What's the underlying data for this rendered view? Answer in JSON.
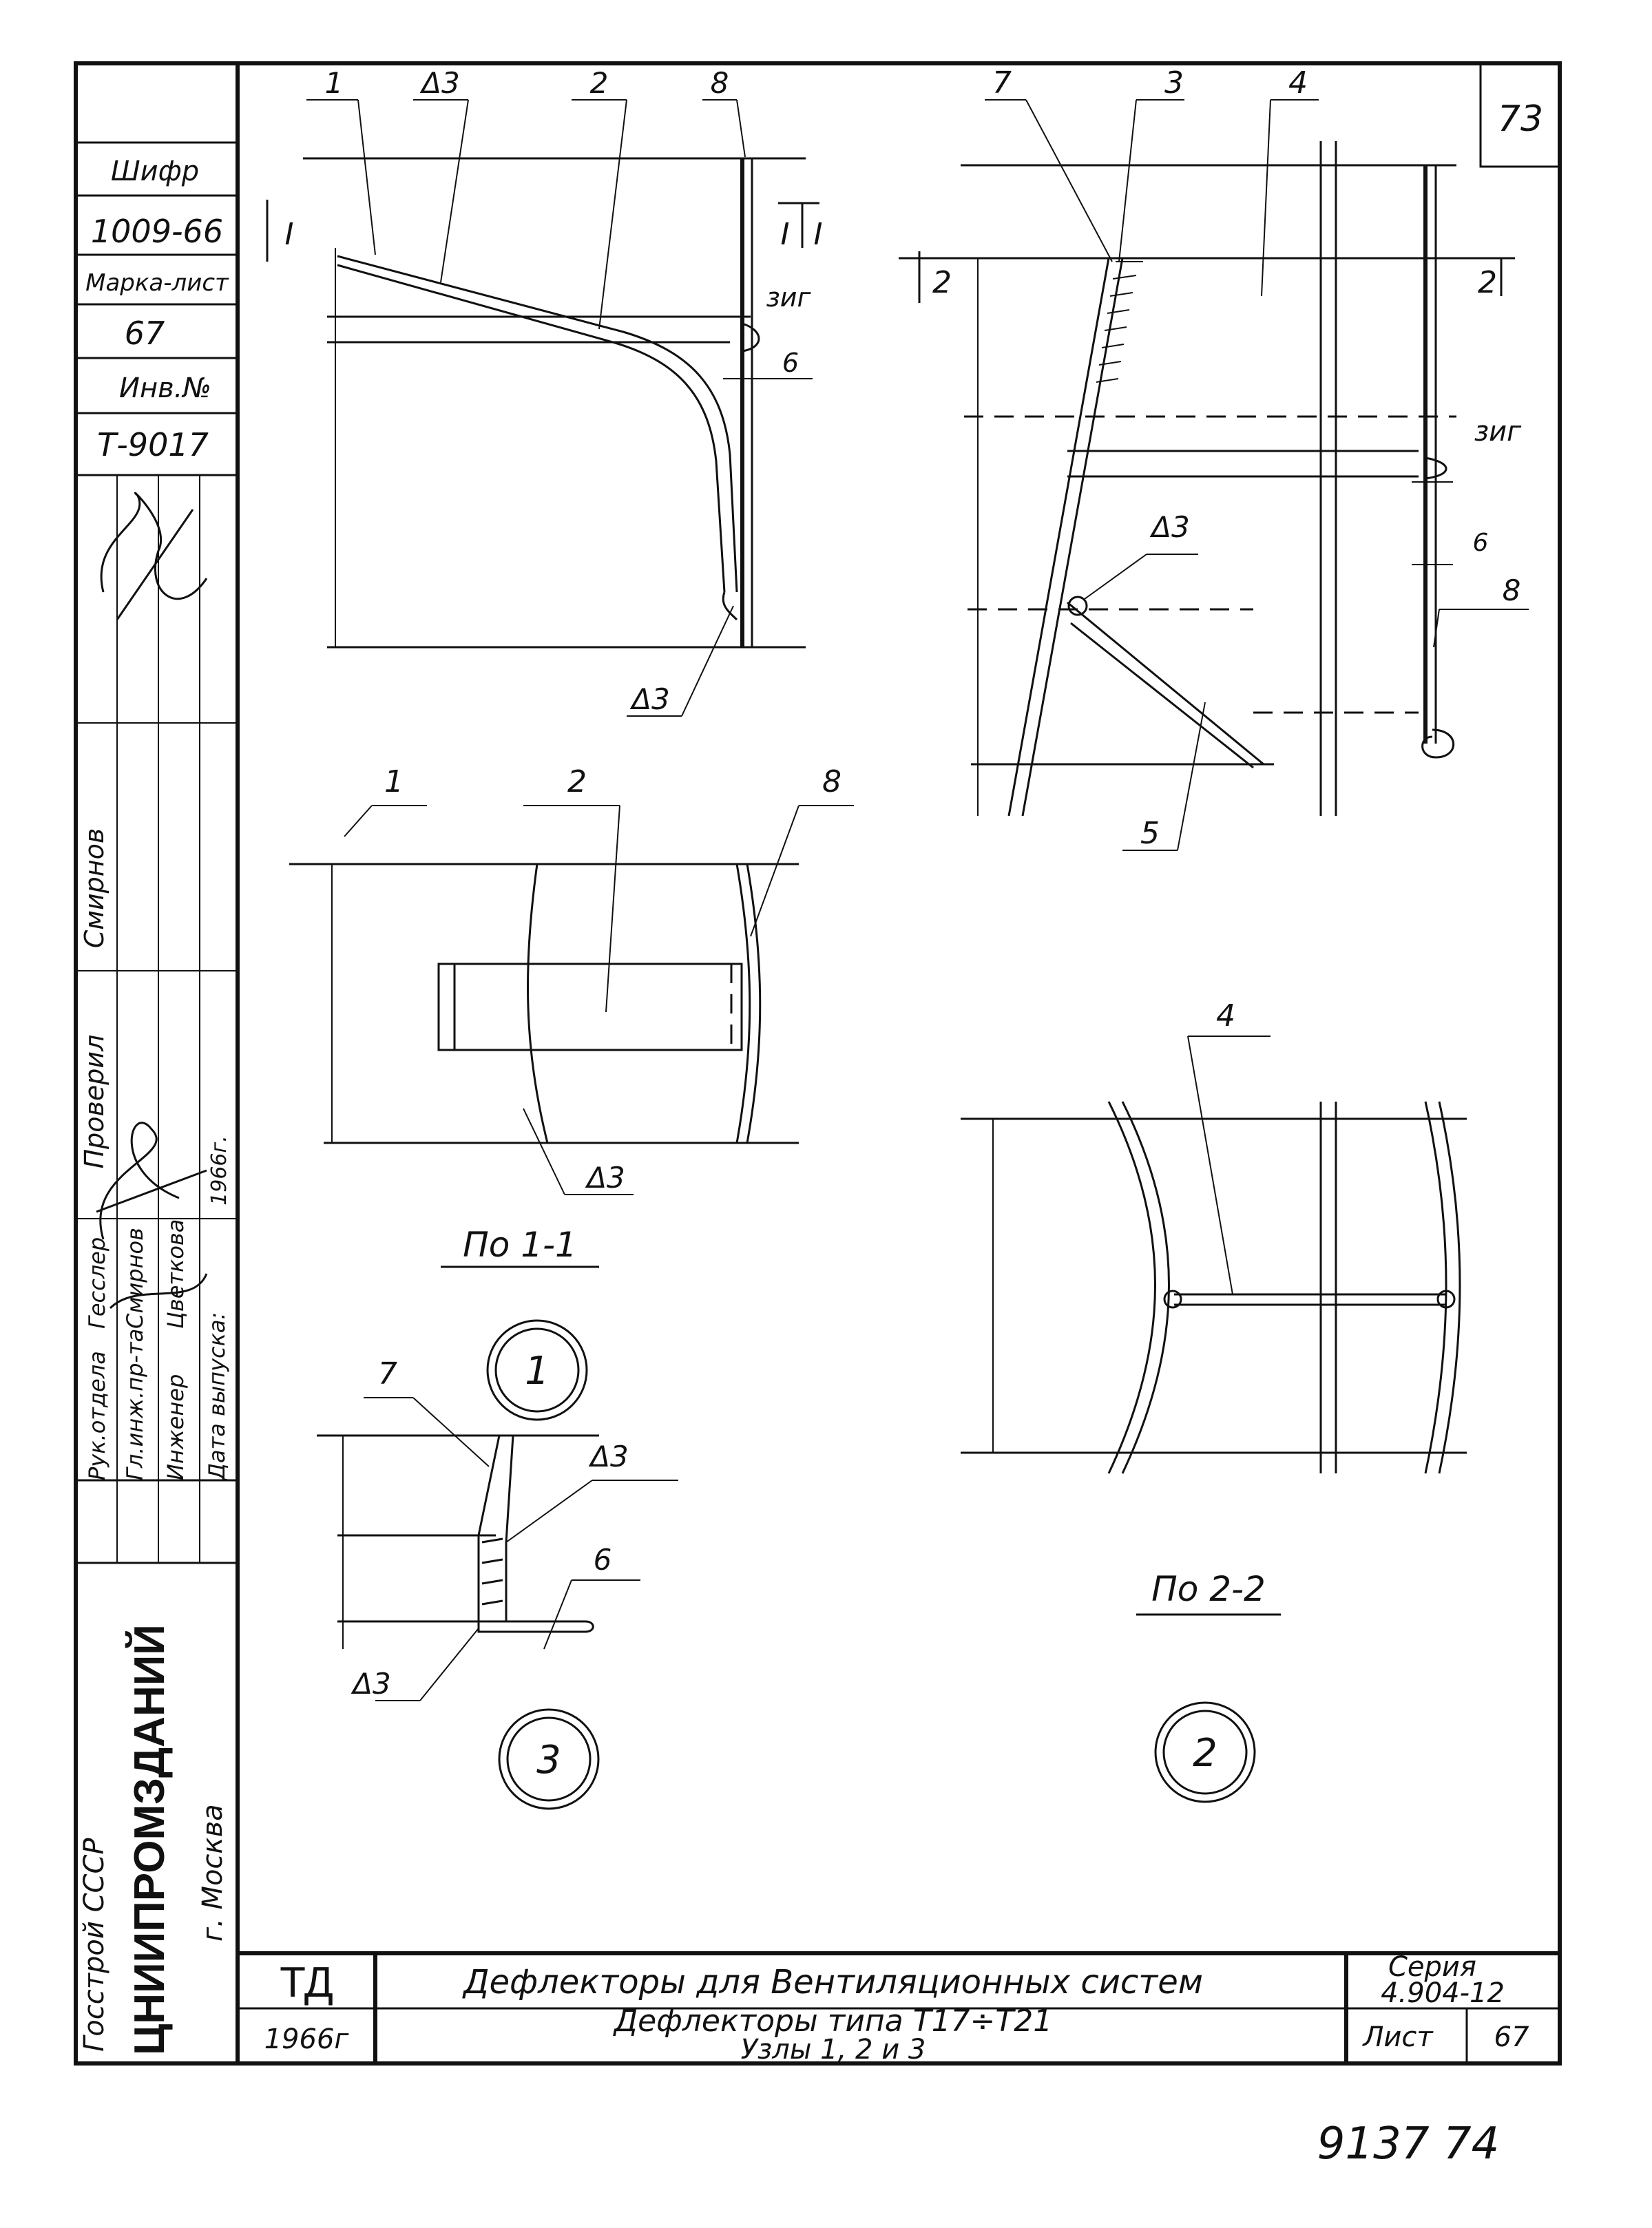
{
  "sheet_number_box": "73",
  "stamp_column": {
    "shifr_label": "Шифр",
    "shifr_value": "1009-66",
    "marka_label": "Марка-лист",
    "marka_value": "67",
    "inv_label": "Инв.№",
    "inv_value": "Т-9017",
    "surname_smirnov": "Смирнов",
    "proveril": "Проверил",
    "date_year": "1966г.",
    "roles": [
      "Рук.отдела",
      "Гл.инж.пр-та",
      "Инженер",
      "Дата выпуска:"
    ],
    "names": [
      "Гесслер",
      "Смирнов",
      "Цветкова"
    ],
    "org_line1": "Госстрой СССР",
    "org_line2": "ЦНИИПРОМЗДАНИЙ",
    "org_line3": "г. Москва"
  },
  "node1_top": {
    "labels": [
      "1",
      "Δ3",
      "2",
      "8",
      "I",
      "I",
      "I",
      "зиг",
      "6",
      "Δ3"
    ]
  },
  "node1_section": {
    "labels": [
      "1",
      "2",
      "8",
      "Δ3"
    ],
    "caption": "По 1-1",
    "circle": "1"
  },
  "node2_top": {
    "labels": [
      "7",
      "3",
      "4",
      "2",
      "2",
      "зиг",
      "6",
      "Δ3",
      "8",
      "5"
    ]
  },
  "node2_section": {
    "labels": [
      "4"
    ],
    "caption": "По 2-2",
    "circle": "2"
  },
  "node3": {
    "labels": [
      "7",
      "Δ3",
      "6",
      "Δ3"
    ],
    "circle": "3"
  },
  "title_block": {
    "code": "ТД",
    "year": "1966г",
    "title1": "Дефлекторы для Вентиляционных систем",
    "title2": "Дефлекторы типа Т17÷Т21",
    "title3": "Узлы 1, 2 и 3",
    "series_label": "Серия",
    "series_value": "4.904-12",
    "list_label": "Лист",
    "list_value": "67"
  },
  "footer_number": "9137 74"
}
